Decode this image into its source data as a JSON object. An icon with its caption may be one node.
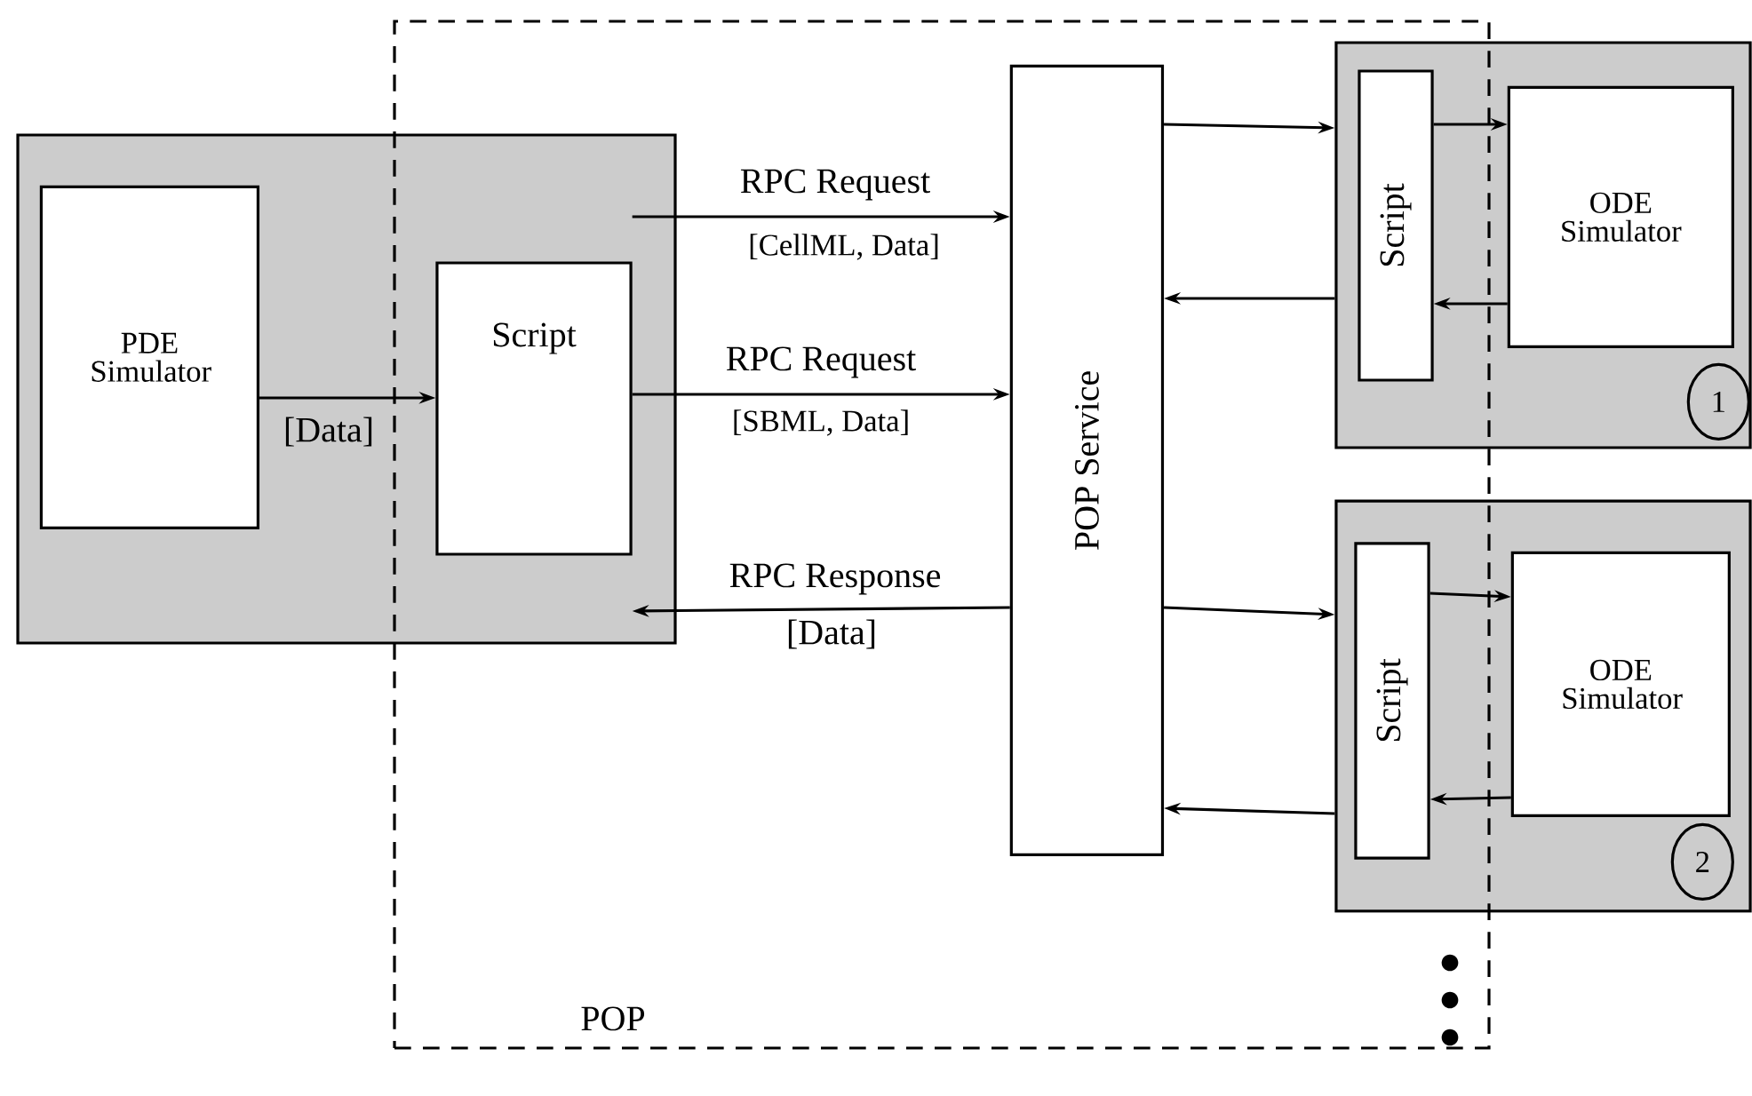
{
  "diagram": {
    "nodes": [
      {
        "text": [
          "POP"
        ]
      },
      {
        "text": [],
        "shape": "box"
      },
      {
        "text": [
          "PDE Simulator"
        ],
        "in": 1
      },
      {
        "text": [
          "Script"
        ]
      },
      {
        "text": [
          "POP Service"
        ],
        "in": 0
      },
      {
        "text": [],
        "shape": "box"
      },
      {
        "text": [
          "Script"
        ]
      },
      {
        "text": [
          "ODE Simulator"
        ],
        "in": 5
      },
      {
        "text": [
          "1"
        ],
        "in": 5
      },
      {
        "text": [],
        "shape": "box"
      },
      {
        "text": [
          "Script"
        ]
      },
      {
        "text": [
          "ODE Simulator"
        ],
        "in": 9
      },
      {
        "text": [
          "2"
        ],
        "in": 9
      }
    ],
    "edges": [
      {
        "from": 2,
        "to": 3,
        "arrow": "to",
        "label": "[Data]"
      },
      {
        "from": 3,
        "to": 4,
        "arrow": "to",
        "label": "RPC Request"
      },
      {
        "from": 3,
        "to": 4,
        "arrow": "to",
        "label": "RPC Request"
      },
      {
        "from": 4,
        "to": 3,
        "arrow": "to",
        "label": "RPC Response"
      },
      {
        "from": 4,
        "to": 5,
        "arrow": "to"
      },
      {
        "from": 5,
        "to": 4,
        "arrow": "to"
      },
      {
        "from": 6,
        "to": 7,
        "arrow": "to"
      },
      {
        "from": 7,
        "to": 6,
        "arrow": "to"
      },
      {
        "from": 4,
        "to": 9,
        "arrow": "to"
      },
      {
        "from": 9,
        "to": 4,
        "arrow": "to"
      },
      {
        "from": 10,
        "to": 11,
        "arrow": "to"
      },
      {
        "from": 11,
        "to": 10,
        "arrow": "to"
      }
    ],
    "labels": [
      "[CellML, Data]",
      "[SBML, Data]",
      "[Data]"
    ]
  }
}
